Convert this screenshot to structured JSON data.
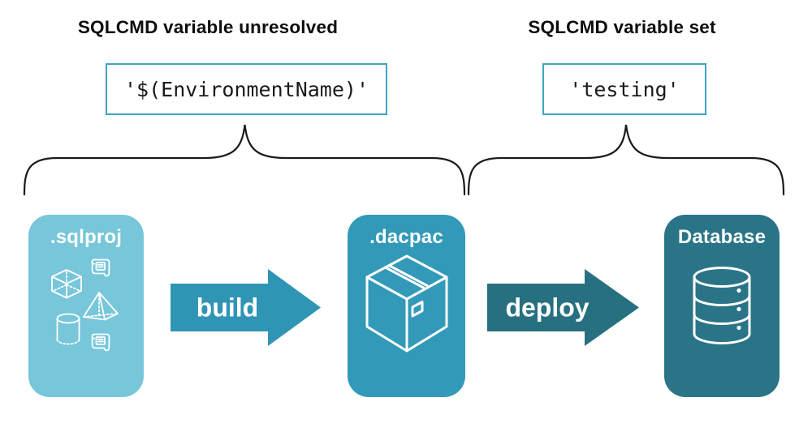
{
  "headings": {
    "left": "SQLCMD variable unresolved",
    "right": "SQLCMD variable set"
  },
  "code_boxes": {
    "left": "'$(EnvironmentName)'",
    "right": "'testing'"
  },
  "pipeline": {
    "nodes": [
      {
        "label": ".sqlproj",
        "icon": "sql-objects-icon",
        "color": "#77C6DA"
      },
      {
        "label": ".dacpac",
        "icon": "package-box-icon",
        "color": "#3399B8"
      },
      {
        "label": "Database",
        "icon": "database-cylinder-icon",
        "color": "#2A7488"
      }
    ],
    "arrows": [
      {
        "label": "build",
        "color": "#3095B5"
      },
      {
        "label": "deploy",
        "color": "#26707F"
      }
    ]
  },
  "colors": {
    "background": "#FFFFFF",
    "code_box_border": "#3BA7C2",
    "brace": "#1A1A1A",
    "heading_text": "#0D0D0D",
    "code_text": "#1A1A1A",
    "node_label_text": "#FFFFFF",
    "icon_stroke": "#FFFFFF"
  }
}
